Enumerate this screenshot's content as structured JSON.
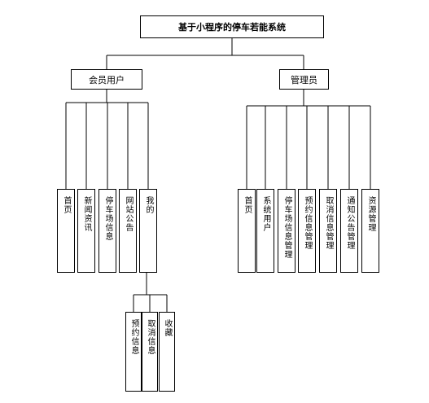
{
  "root": {
    "label": "基于小程序的停车若能系统"
  },
  "member": {
    "label": "会员用户",
    "children": [
      "首页",
      "新闻资讯",
      "停车场信息",
      "网站公告",
      "我的"
    ],
    "mine_children": [
      "预约信息",
      "取消信息",
      "收藏"
    ]
  },
  "admin": {
    "label": "管理员",
    "children": [
      "首页",
      "系统用户",
      "停车场信息管理",
      "预约信息管理",
      "取消信息管理",
      "通知公告管理",
      "资源管理"
    ]
  }
}
